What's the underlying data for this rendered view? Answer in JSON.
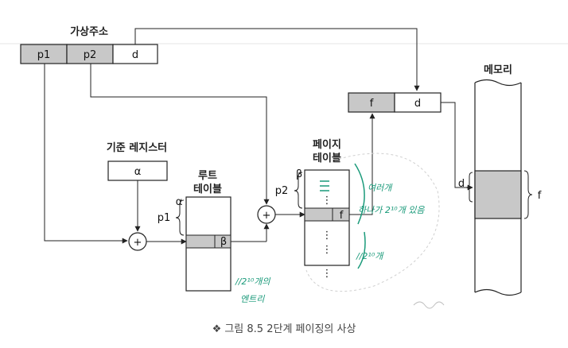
{
  "virtual_address": {
    "title": "가상주소",
    "p1": "p1",
    "p2": "p2",
    "d": "d"
  },
  "base_register": {
    "title": "기준 레지스터",
    "value": "α"
  },
  "root_table": {
    "title_line1": "루트",
    "title_line2": "테이블",
    "alpha": "α",
    "p1": "p1",
    "entry": "β"
  },
  "page_table": {
    "title_line1": "페이지",
    "title_line2": "테이블",
    "beta": "β",
    "p2": "p2",
    "entry": "f"
  },
  "frame_address": {
    "f": "f",
    "d": "d"
  },
  "memory": {
    "title": "메모리",
    "d": "d",
    "f": "f"
  },
  "adder_symbol": "+",
  "handwriting": {
    "note1_line1": "여러개",
    "note1_line2": "하나가 2¹⁰개 있음",
    "note2": "//2¹⁰개",
    "note3_line1": "//2¹⁰개의",
    "note3_line2": "엔트리"
  },
  "caption": "❖ 그림 8.5   2단계 페이징의 사상",
  "colors": {
    "shade": "#c8c8c8",
    "line": "#222222",
    "ink": "#1a9a7a"
  }
}
